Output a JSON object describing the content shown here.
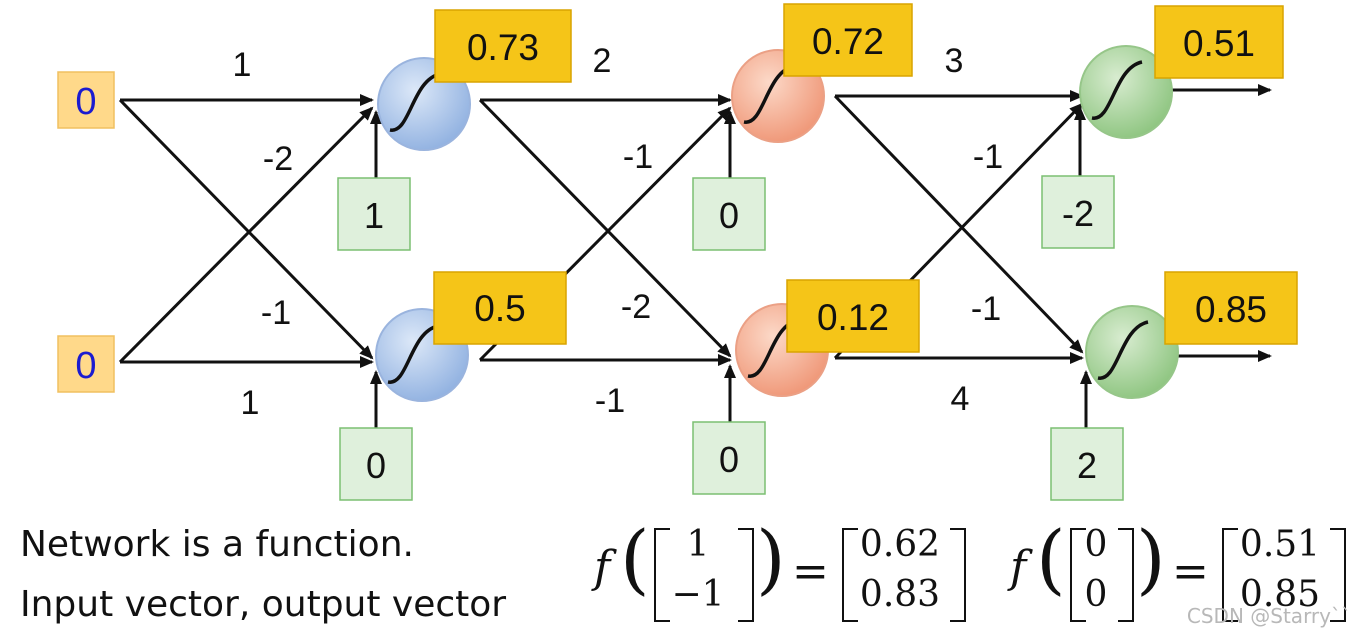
{
  "inputs": [
    "0",
    "0"
  ],
  "weights": {
    "l1": [
      "1",
      "-2",
      "-1",
      "1"
    ],
    "l2": [
      "2",
      "-1",
      "-2",
      "-1"
    ],
    "l3": [
      "3",
      "-1",
      "-1",
      "4"
    ]
  },
  "biases": [
    "1",
    "0",
    "0",
    "0",
    "-2",
    "2"
  ],
  "outputs": [
    "0.73",
    "0.5",
    "0.72",
    "0.12",
    "0.51",
    "0.85"
  ],
  "colors": {
    "layer1": "#a9c3ea",
    "layer2": "#f4a98c",
    "layer3": "#a8d49c",
    "output_box": "#f5c518",
    "input_box": "#ffd98a",
    "bias_box": "#dff0dc"
  },
  "caption": [
    "Network is a function.",
    "Input vector, output vector"
  ],
  "equations": [
    {
      "fn": "f",
      "in": [
        "1",
        "−1"
      ],
      "eq": "=",
      "out": [
        "0.62",
        "0.83"
      ]
    },
    {
      "fn": "f",
      "in": [
        "0",
        "0"
      ],
      "eq": "=",
      "out": [
        "0.51",
        "0.85"
      ]
    }
  ],
  "watermark": "CSDN @Starryˋˋ"
}
